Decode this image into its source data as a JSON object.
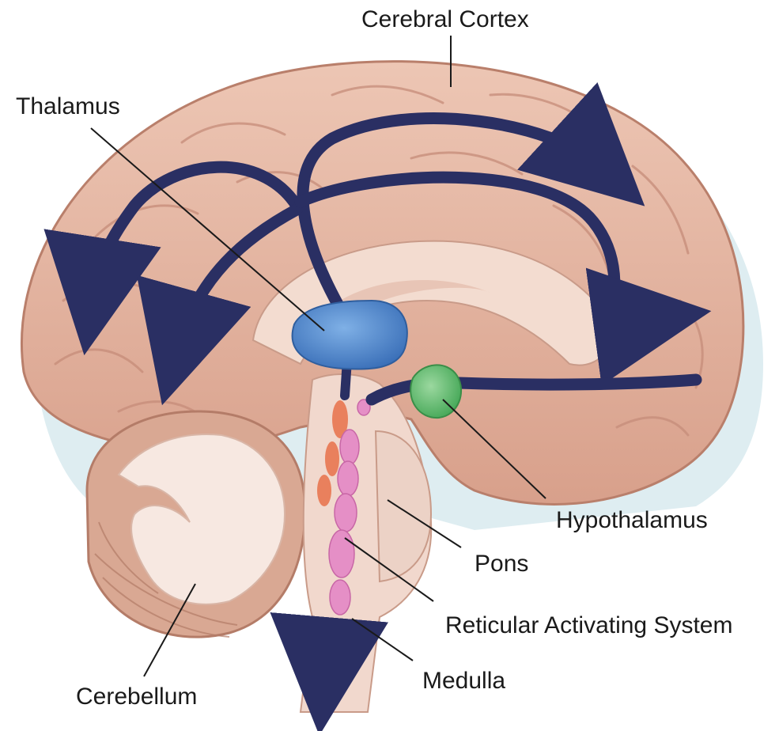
{
  "labels": {
    "cerebral_cortex": "Cerebral Cortex",
    "thalamus": "Thalamus",
    "hypothalamus": "Hypothalamus",
    "pons": "Pons",
    "reticular_activating_system": "Reticular Activating System",
    "medulla": "Medulla",
    "cerebellum": "Cerebellum"
  },
  "colors": {
    "cortex": "#e6b7a3",
    "cortex_shadow": "#c98f7c",
    "inner_tissue": "#f3dcd0",
    "thalamus": "#4f88cf",
    "hypothalamus": "#5cba6a",
    "reticular": "#e58fc6",
    "orange_nuclei": "#e9805d",
    "pathway_arrows": "#2a2f63",
    "halo": "#cfe3ea"
  }
}
